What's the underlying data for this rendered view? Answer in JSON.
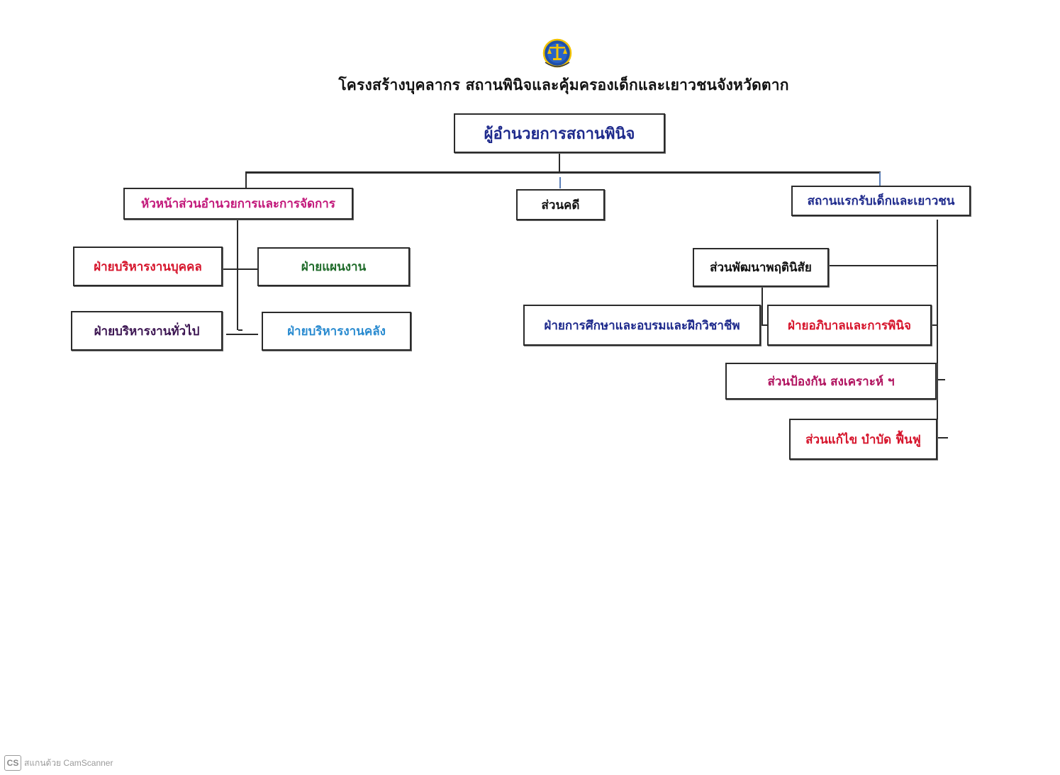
{
  "title": "โครงสร้างบุคลากร สถานพินิจและคุ้มครองเด็กและเยาวชนจังหวัดตาก",
  "nodes": {
    "director": {
      "label": "ผู้อำนวยการสถานพินิจ",
      "color": "#1e2a8c"
    },
    "admin_head": {
      "label": "หัวหน้าส่วนอำนวยการและการจัดการ",
      "color": "#c2187a"
    },
    "case": {
      "label": "ส่วนคดี",
      "color": "#111111"
    },
    "reception": {
      "label": "สถานแรกรับเด็กและเยาวชน",
      "color": "#1e2a8c"
    },
    "personnel": {
      "label": "ฝ่ายบริหารงานบุคคล",
      "color": "#d6142b"
    },
    "planning": {
      "label": "ฝ่ายแผนงาน",
      "color": "#1f6b2a"
    },
    "general": {
      "label": "ฝ่ายบริหารงานทั่วไป",
      "color": "#3a1350"
    },
    "finance": {
      "label": "ฝ่ายบริหารงานคลัง",
      "color": "#2a8bd0"
    },
    "behavior": {
      "label": "ส่วนพัฒนาพฤตินิสัย",
      "color": "#111111"
    },
    "education": {
      "label": "ฝ่ายการศึกษาและอบรมและฝึกวิชาชีพ",
      "color": "#1e2a8c"
    },
    "custody": {
      "label": "ฝ่ายอภิบาลและการพินิจ",
      "color": "#d6142b"
    },
    "prevention": {
      "label": "ส่วนป้องกัน สงเคราะห์ ฯ",
      "color": "#b0125e"
    },
    "remedy": {
      "label": "ส่วนแก้ไข บำบัด ฟื้นฟู",
      "color": "#d6142b"
    }
  },
  "footer": {
    "badge": "CS",
    "text": "สแกนด้วย CamScanner"
  }
}
